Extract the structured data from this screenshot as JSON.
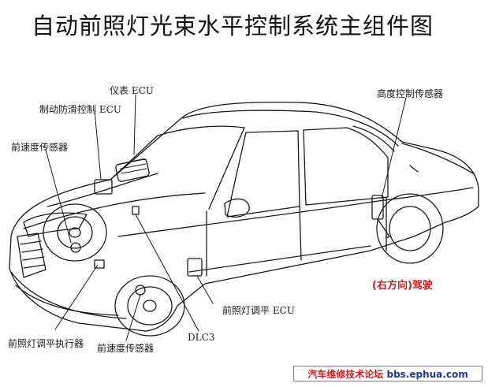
{
  "title": "自动前照灯光束水平控制系统主组件图",
  "labels": {
    "instrument_ecu": "仪表 ECU",
    "abs_ecu": "制动防滑控制 ECU",
    "front_speed_sensor_top": "前速度传感器",
    "height_sensor": "高度控制传感器",
    "headlamp_leveling_ecu": "前照灯调平 ECU",
    "dlc3": "DLC3",
    "headlamp_actuator": "前照灯调平执行器",
    "front_speed_sensor_bottom": "前速度传感器",
    "drive_side": "(右方向)驾驶"
  },
  "footer": {
    "forum_name": "汽车维修技术论坛",
    "forum_url": "bbs.ephua.com"
  },
  "colors": {
    "line": "#1a1a1a",
    "accent_red": "#d21e1e",
    "url_blue": "#1c3a9a"
  }
}
